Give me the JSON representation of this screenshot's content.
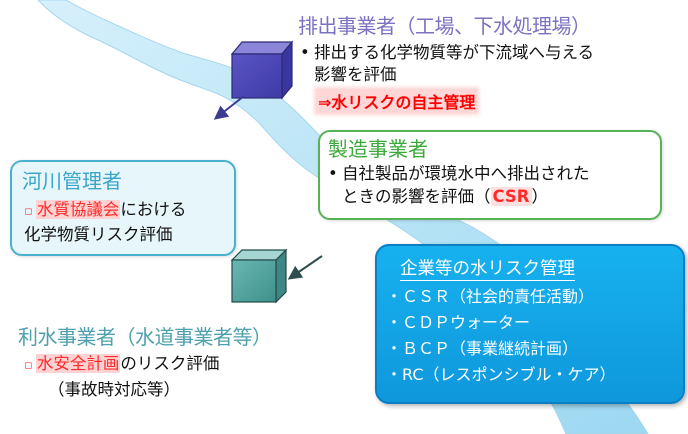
{
  "discharger": {
    "title": "排出事業者（工場、下水処理場）",
    "bullet_symbol": "•",
    "text_line1": "排出する化学物質等が下流域へ与える",
    "text_line2": "影響を評価",
    "risk_label": "⇒水リスクの自主管理"
  },
  "manufacturer": {
    "title": "製造事業者",
    "bullet_symbol": "•",
    "text_line1": "自社製品が環境水中へ排出された",
    "text_line2_prefix": "ときの影響を評価（",
    "highlight": "CSR",
    "text_line2_suffix": "）"
  },
  "river_admin": {
    "title": "河川管理者",
    "bullet_symbol": "▫",
    "highlight": "水質協議会",
    "text_line1_suffix": "における",
    "text_line2": "化学物質リスク評価"
  },
  "water_utility": {
    "title": "利水事業者（水道事業者等）",
    "bullet_symbol": "▫",
    "highlight": "水安全計画",
    "text_line1_suffix": "のリスク評価",
    "text_line2": "（事故時対応等）"
  },
  "corporate": {
    "title": "企業等の水リスク管理",
    "items": [
      "・ＣＳＲ（社会的責任活動）",
      "・ＣＤＰウォーター",
      "・ＢＣＰ（事業継続計画）",
      "・RC（レスポンシブル・ケア）"
    ]
  },
  "colors": {
    "river": "#b7e3f6",
    "discharger_cube": "#6a66c9",
    "utility_cube": "#5aaea9",
    "manufacturer_border": "#57b257",
    "river_admin_border": "#4ab0cf",
    "corporate_fill": "#13a6e8",
    "highlight_red": "#ff2a2a"
  }
}
